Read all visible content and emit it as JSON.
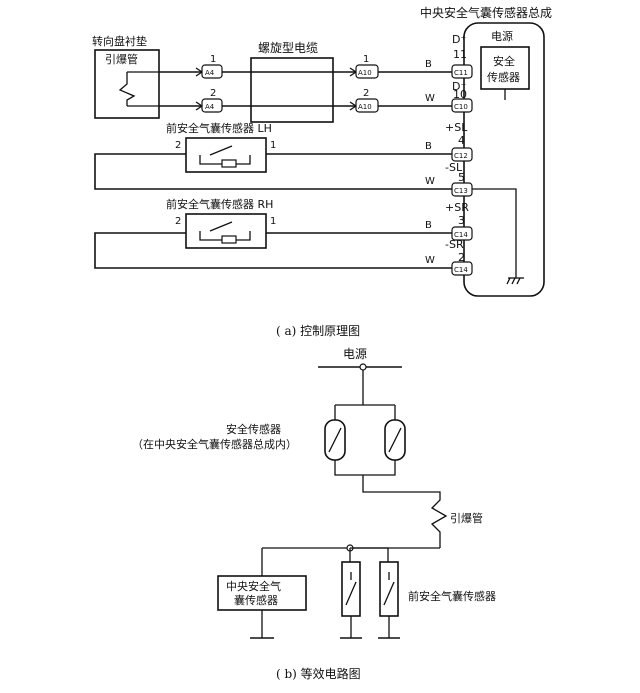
{
  "diagram_a": {
    "assembly_title": "中央安全气囊传感器总成",
    "steering_pad": "转向盘衬垫",
    "squib": "引爆管",
    "spiral_cable": "螺旋型电缆",
    "power_label": "电源",
    "safing_sensor": [
      "安全",
      "传感器"
    ],
    "front_sensor_lh": "前安全气囊传感器 LH",
    "front_sensor_rh": "前安全气囊传感器 RH",
    "pins": {
      "d_plus": "D⁺",
      "d_minus": "D⁻",
      "p11": "11",
      "p10": "10",
      "p4": "4",
      "p5": "5",
      "p3": "3",
      "p2": "2",
      "plus_sl": "+SL",
      "minus_sl": "-SL",
      "plus_sr": "+SR",
      "minus_sr": "-SR"
    },
    "wire_colors": {
      "b": "B",
      "w": "W"
    },
    "connector_ids": {
      "a4": "A4",
      "a10": "A10",
      "c10": "C10",
      "c11": "C11",
      "c12": "C12",
      "c13": "C13",
      "c14": "C14"
    },
    "terminal_numbers": {
      "one": "1",
      "two": "2"
    },
    "caption": "( a) 控制原理图"
  },
  "diagram_b": {
    "power_label": "电源",
    "safing_sensor": "安全传感器",
    "safing_sensor_note": "（在中央安全气囊传感器总成内）",
    "squib": "引爆管",
    "central_sensor": [
      "中央安全气",
      "囊传感器"
    ],
    "front_sensors": "前安全气囊传感器",
    "caption": "( b) 等效电路图"
  }
}
